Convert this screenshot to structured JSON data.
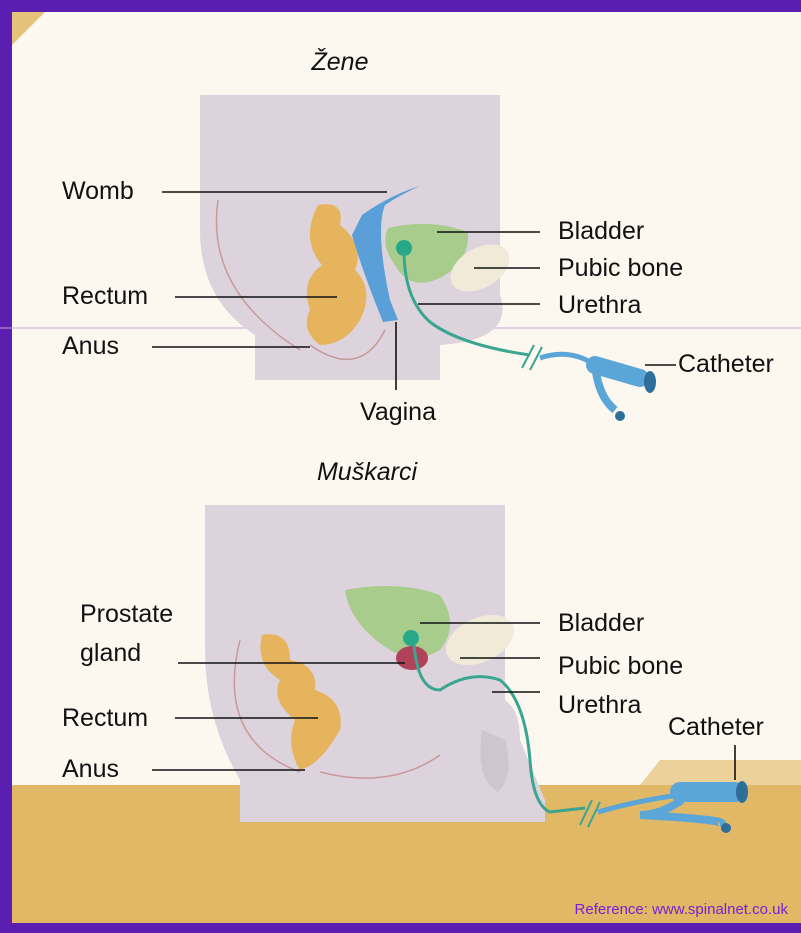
{
  "female": {
    "title": "Žene",
    "labels": {
      "womb": "Womb",
      "rectum": "Rectum",
      "anus": "Anus",
      "bladder": "Bladder",
      "pubic_bone": "Pubic bone",
      "urethra": "Urethra",
      "catheter": "Catheter",
      "vagina": "Vagina"
    }
  },
  "male": {
    "title": "Muškarci",
    "labels": {
      "prostate_line1": "Prostate",
      "prostate_line2": "gland",
      "rectum": "Rectum",
      "anus": "Anus",
      "bladder": "Bladder",
      "pubic_bone": "Pubic bone",
      "urethra": "Urethra",
      "catheter": "Catheter"
    }
  },
  "reference": "Reference: www.spinalnet.co.uk",
  "colors": {
    "background_border": "#5a1fb0",
    "panel": "#fdf8ef",
    "footer": "#e0b866",
    "body_silhouette": "#dcd3dc",
    "rectum": "#e6b45c",
    "bladder": "#a8cc8c",
    "womb": "#5b9fd8",
    "pubic_bone": "#f2ead8",
    "urethra": "#3aa590",
    "catheter": "#5aa6d8",
    "prostate": "#b0425a"
  }
}
